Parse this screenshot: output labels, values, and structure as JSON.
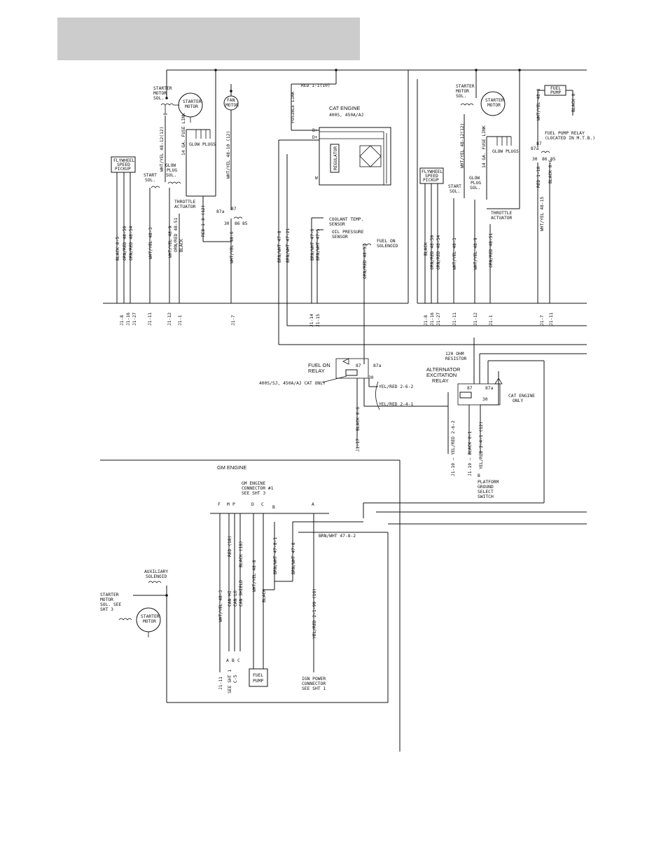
{
  "header_band": {
    "label": ""
  },
  "left_panel": {
    "starter_motor_sol": [
      "STARTER",
      "MOTOR",
      "SOL."
    ],
    "starter_motor": [
      "STARTER",
      "MOTOR"
    ],
    "fan_motor": [
      "FAN",
      "MOTOR"
    ],
    "flywheel_pickup": [
      "FLYWHEEL",
      "SPEED",
      "PICKUP"
    ],
    "start_sol": [
      "START",
      "SOL."
    ],
    "glow_plug_sol": [
      "GLOW",
      "PLUG",
      "SOL."
    ],
    "fuse_link": "14 GA. FUSE LINK",
    "glow_plugs": "GLOW PLUGS",
    "throttle_actuator": [
      "THROTTLE",
      "ACTUATOR"
    ],
    "relay_pins": [
      "87a",
      "87",
      "30",
      "86",
      "85"
    ],
    "wires": {
      "wht_yel_48_12": "WHT/YEL 48-12(12)",
      "wht_yel_48_10": "WHT/YEL 48-10 (12)",
      "red_1_3": "RED 1-3 (12)",
      "black_0_5": "BLACK 0-5",
      "orn_red_48_50": "ORN/RED 48-50",
      "orn_red_48_54": "ORN/RED 48-54",
      "wht_yel_48_3": "WHT/YEL 48-3",
      "wht_yel_48_9": "WHT/YEL 48-9",
      "orn_red_48_51": "ORN/RED 48-51",
      "black": "BLACK",
      "wht_yel_48_6": "WHT/YEL 48-6"
    },
    "connectors": [
      "J1-8",
      "J1-16",
      "J1-27",
      "J1-11",
      "J1-12",
      "J1-1",
      "J1-7"
    ]
  },
  "cat_engine": {
    "fusible_link": "FUSIBLE LINK",
    "red_1_1": "RED 1-1(10)",
    "title": "CAT ENGINE",
    "subtitle": "400S, 450A/AJ",
    "regulator": "REGULATOR",
    "terminals": [
      "B+",
      "D+",
      "W"
    ],
    "coolant_sensor": [
      "COOLANT TEMP.",
      "SENSOR"
    ],
    "oil_sensor": [
      "OIL PRESSURE",
      "SENSOR"
    ],
    "fuel_on_solenoid": [
      "FUEL ON",
      "SOLENOID"
    ],
    "wires": {
      "brn_wht_47_8": "BRN/WHT 47-8",
      "brn_wht_47_21": "BRN/WHT 47-21",
      "brn_wht_47_6": "BRN/WHT 47-6",
      "brn_wht_47_5": "BRN/WHT 47-5",
      "orn_red_48_53": "ORN/RED 48-53"
    },
    "connectors": [
      "J1-14",
      "J1-15"
    ]
  },
  "right_panel": {
    "fuel_pump": [
      "FUEL",
      "PUMP"
    ],
    "fuel_pump_relay": [
      "FUEL PUMP RELAY",
      "(LOCATED IN M.T.B.)"
    ],
    "wht_yel_48_8": "WHT/YEL 48-8",
    "black_0": "BLACK 0",
    "red_1_10": "RED 1-10",
    "black_0_6": "BLACK 0-6",
    "wht_yel_48_15": "WHT/YEL 48-15",
    "connectors": [
      "J1-8",
      "J1-16",
      "J1-27",
      "J1-11",
      "J1-12",
      "J1-1",
      "J1-7",
      "J1-11"
    ]
  },
  "middle": {
    "fuel_on_relay": [
      "FUEL ON",
      "RELAY"
    ],
    "cat_only_note": "400S/SJ, 450A/AJ CAT ONLY",
    "yel_red_2_6_2": "YEL/RED 2-6-2",
    "yel_red_2_4_1": "YEL/RED 2-4-1",
    "black_0_6": "BLACK 0-6",
    "j1_17": "J1-17",
    "resistor": [
      "120 OHM",
      "RESISTOR"
    ],
    "alt_relay": [
      "ALTERNATOR",
      "EXCITATION",
      "RELAY"
    ],
    "cat_engine_only": [
      "CAT ENGINE",
      "ONLY"
    ],
    "bottom_wires": [
      "J1-10 — YEL/RED 2-6-2",
      "J1-19 — BLACK 0-1",
      "YEL/RED 2-4-1 (12)"
    ],
    "platform_switch": [
      "B",
      "PLATFORM",
      "GROUND",
      "SELECT",
      "SWITCH"
    ]
  },
  "gm_engine": {
    "title": "GM ENGINE",
    "connector": [
      "GM ENGINE",
      "CONNECTOR #1",
      "SEE SHT 3"
    ],
    "pins": [
      "F",
      "M",
      "P",
      "D",
      "C",
      "B",
      "A"
    ],
    "wires": [
      "WHT/YEL 48-3",
      "RED (18)",
      "BLACK (18)",
      "WHT/YEL 48-8",
      "BLACK",
      "BRN/WHT 47-8-1",
      "BRN/WHT 47-8",
      "YEL/RED 2-1-99 (16)"
    ],
    "can": [
      "CAN HI",
      "CAN LO",
      "CAN SHIELD"
    ],
    "brn_wht_47_8_2": "BRN/WHT 47-8-2",
    "aux_solenoid": [
      "AUXILIARY",
      "SOLENOID"
    ],
    "starter_sol": [
      "STARTER",
      "MOTOR",
      "SOL. SEE",
      "SHT 3"
    ],
    "starter_motor": [
      "STARTER",
      "MOTOR"
    ],
    "j1_11": "J1-11",
    "see_sht": [
      "SEE SHT 1",
      "C-5"
    ],
    "abc": [
      "A",
      "B",
      "C"
    ],
    "fuel_pump": [
      "FUEL",
      "PUMP"
    ],
    "ign_power": [
      "IGN POWER",
      "CONNECTOR",
      "SEE SHT 1"
    ]
  }
}
